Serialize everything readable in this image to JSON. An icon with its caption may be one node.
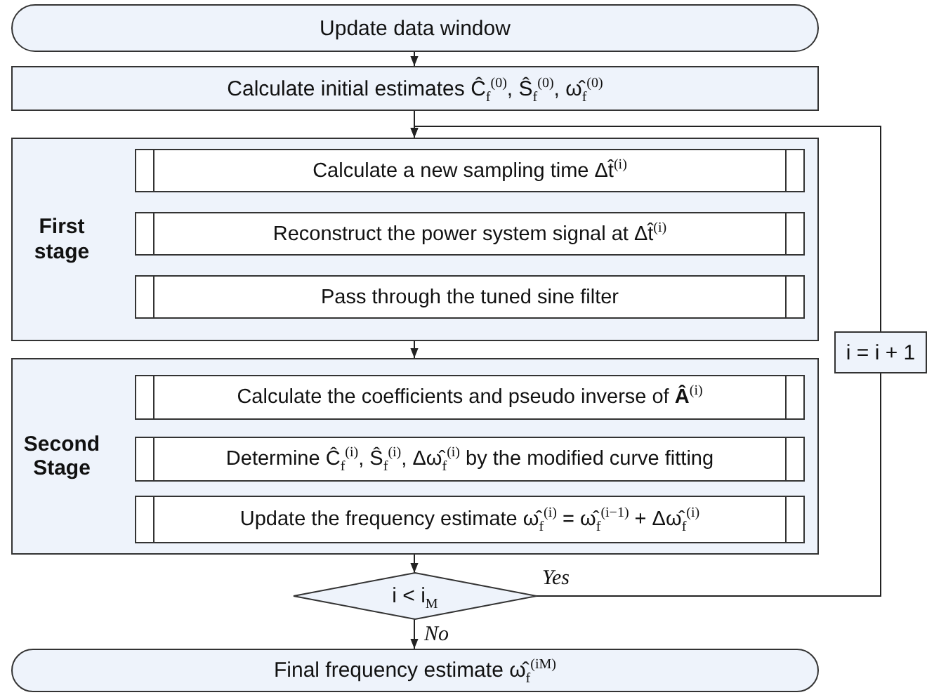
{
  "diagram": {
    "nodes": [
      {
        "text": [
          "Update data window"
        ]
      },
      {
        "text": [
          "Calculate initial estimates Ĉ$_{f}$$^{(0)}$, Ŝ$_{f}$$^{(0)}$, ω̂$_{f}$$^{(0)}$"
        ]
      },
      {
        "text": [
          "First stage"
        ]
      },
      {
        "text": [
          "Calculate a new sampling time Δt̂$^{(i)}$"
        ],
        "in": 2
      },
      {
        "text": [
          "Reconstruct the power system signal at Δt̂$^{(i)}$"
        ],
        "in": 2
      },
      {
        "text": [
          "Pass through the tuned sine filter"
        ],
        "in": 2
      },
      {
        "text": [
          "Second Stage"
        ]
      },
      {
        "text": [
          "Calculate the coefficients and pseudo inverse of **Â**$^{(i)}$"
        ],
        "in": 6
      },
      {
        "text": [
          "Determine Ĉ$_{f}$$^{(i)}$, Ŝ$_{f}$$^{(i)}$, Δω̂$_{f}$$^{(i)}$ by the modified curve fitting"
        ],
        "in": 6
      },
      {
        "text": [
          "Update the frequency estimate ω̂$_{f}$$^{(i)}$ = ω̂$_{f}$$^{(i−1)}$ + Δω̂$_{f}$$^{(i)}$"
        ],
        "in": 6
      },
      {
        "text": [
          "i < i$_{M}$"
        ]
      },
      {
        "text": [
          "Final frequency estimate ω̂$_{f}$$^{(iM)}$"
        ]
      },
      {
        "text": [
          "i = i + 1"
        ]
      }
    ],
    "edges": [
      {
        "from": 0,
        "to": 1,
        "arrow": "to"
      },
      {
        "from": 1,
        "to": 2,
        "arrow": "to"
      },
      {
        "from": 12,
        "to": 2,
        "arrow": "to"
      },
      {
        "from": 2,
        "to": 6,
        "arrow": "to"
      },
      {
        "from": 6,
        "to": 10,
        "arrow": "to"
      },
      {
        "from": 10,
        "to": 12,
        "arrow": "none",
        "label": "Yes"
      },
      {
        "from": 10,
        "to": 11,
        "arrow": "to",
        "label": "No"
      }
    ]
  }
}
